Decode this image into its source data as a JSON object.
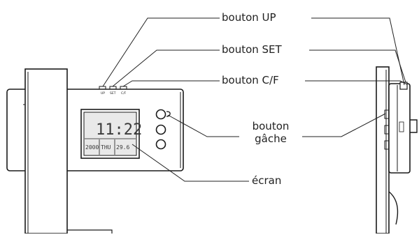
{
  "labels": {
    "up": "bouton UP",
    "set": "bouton SET",
    "cf": "bouton C/F",
    "latch_line1": "bouton",
    "latch_line2": "gâche",
    "screen": "écran"
  },
  "device_markings": {
    "up": "UP",
    "set": "SET",
    "cf": "C/F"
  },
  "display": {
    "time": "11:22",
    "year": "2000",
    "day": "THU",
    "temp": "29.6"
  },
  "colors": {
    "line": "#222222",
    "lcd_fill": "#e9e9e9",
    "stroke": "#1a1a1a"
  }
}
